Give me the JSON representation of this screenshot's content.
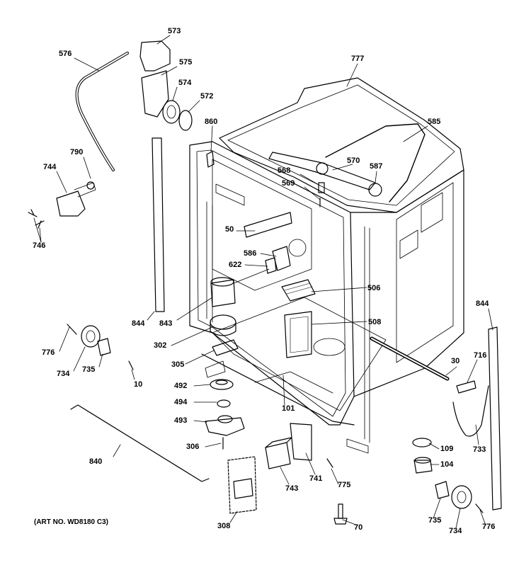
{
  "art_number": "(ART NO. WD8180 C3)",
  "callouts": [
    {
      "id": "573"
    },
    {
      "id": "576"
    },
    {
      "id": "575"
    },
    {
      "id": "574"
    },
    {
      "id": "572"
    },
    {
      "id": "777"
    },
    {
      "id": "860"
    },
    {
      "id": "585"
    },
    {
      "id": "790"
    },
    {
      "id": "744"
    },
    {
      "id": "570"
    },
    {
      "id": "568"
    },
    {
      "id": "587"
    },
    {
      "id": "569"
    },
    {
      "id": "746"
    },
    {
      "id": "50"
    },
    {
      "id": "586"
    },
    {
      "id": "622"
    },
    {
      "id": "506"
    },
    {
      "id": "844"
    },
    {
      "id": "843"
    },
    {
      "id": "508"
    },
    {
      "id": "844"
    },
    {
      "id": "302"
    },
    {
      "id": "776"
    },
    {
      "id": "734"
    },
    {
      "id": "735"
    },
    {
      "id": "305"
    },
    {
      "id": "30"
    },
    {
      "id": "716"
    },
    {
      "id": "10"
    },
    {
      "id": "492"
    },
    {
      "id": "494"
    },
    {
      "id": "101"
    },
    {
      "id": "493"
    },
    {
      "id": "733"
    },
    {
      "id": "840"
    },
    {
      "id": "306"
    },
    {
      "id": "109"
    },
    {
      "id": "104"
    },
    {
      "id": "741"
    },
    {
      "id": "775"
    },
    {
      "id": "743"
    },
    {
      "id": "735"
    },
    {
      "id": "734"
    },
    {
      "id": "776"
    },
    {
      "id": "308"
    },
    {
      "id": "70"
    }
  ]
}
